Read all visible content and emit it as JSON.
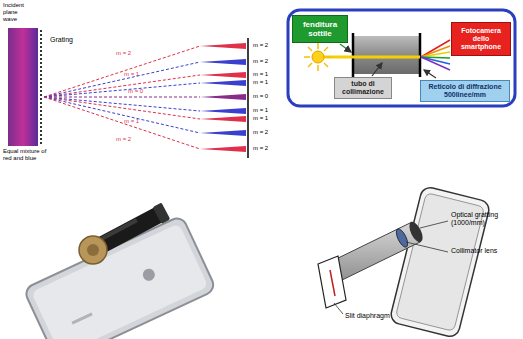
{
  "diagram": {
    "nodes": [
      {
        "text": [
          "fenditura sottile"
        ]
      },
      {
        "text": [
          "Fotocamera dello smartphone"
        ]
      },
      {
        "text": [
          "tubo di collimazione"
        ]
      },
      {
        "text": [
          "Reticolo di diffrazione 500linee/mm"
        ]
      }
    ],
    "labels": [
      "Incident plane wave",
      "Grating",
      "Equal mixture of red and blue",
      "m = 2",
      "m = 1",
      "m = 0",
      "m = 1",
      "m = 2",
      "m = 2",
      "m = 2",
      "m = 1",
      "m = 1",
      "m = 0",
      "m = 1",
      "m = 1",
      "m = 2",
      "m = 2",
      "Optical gratting (1000/mm)",
      "Collimator lens",
      "Slit diaphragm"
    ]
  }
}
